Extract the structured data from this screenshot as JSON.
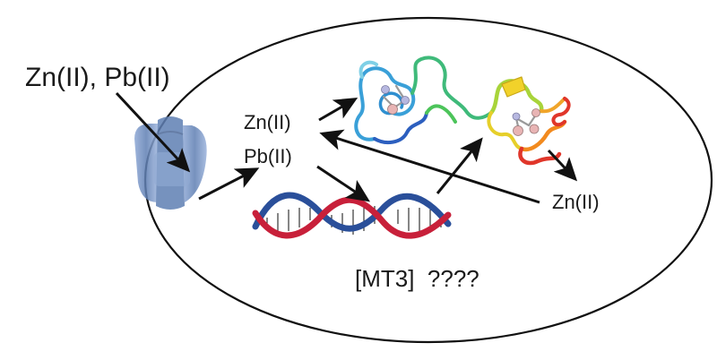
{
  "labels": {
    "outside_ions": "Zn(II), Pb(II)",
    "inside_zn": "Zn(II)",
    "inside_pb": "Pb(II)",
    "released_zn": "Zn(II)",
    "mt3_question": "[MT3]  ????"
  },
  "colors": {
    "cell_outline": "#111111",
    "arrow": "#111111",
    "transporter": "#6f8fbf",
    "dna_strand_red": "#c8203a",
    "dna_strand_blue": "#2a4f9a",
    "protein_blue": "#3aa0d8",
    "protein_green": "#5cc04a",
    "protein_yellow": "#f2d22a",
    "protein_orange": "#f28a1e",
    "protein_red": "#e0362a",
    "metal_pink": "#e8b4b4",
    "metal_lilac": "#b7b8e0"
  },
  "icons": {
    "transporter": "membrane-transporter-icon",
    "dna": "dna-double-helix-icon",
    "protein": "metallothionein-protein-ribbon-icon"
  }
}
